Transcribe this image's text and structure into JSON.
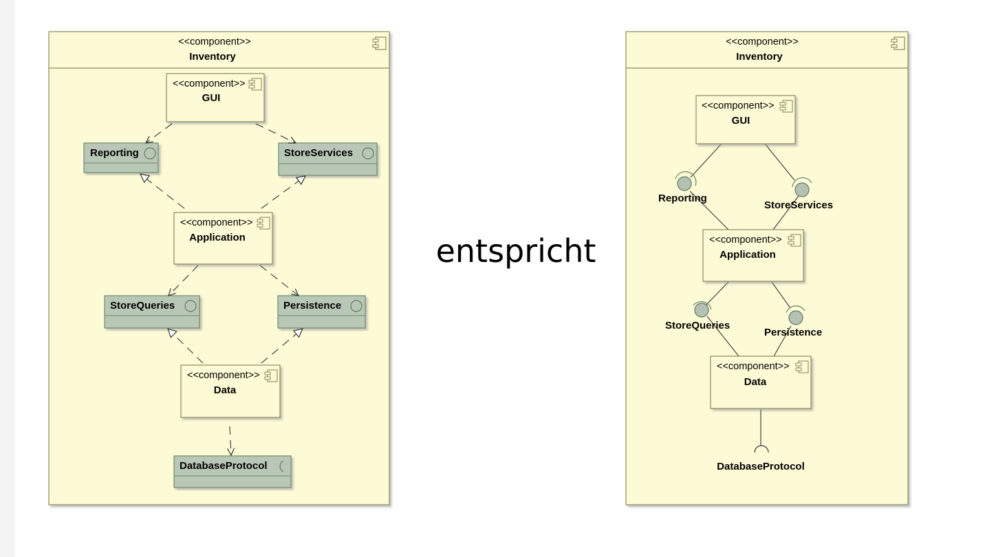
{
  "left_diagram": {
    "package": {
      "stereotype": "<<component>>",
      "name": "Inventory"
    },
    "components": [
      {
        "stereotype": "<<component>>",
        "name": "GUI"
      },
      {
        "stereotype": "<<component>>",
        "name": "Application"
      },
      {
        "stereotype": "<<component>>",
        "name": "Data"
      }
    ],
    "interfaces": [
      {
        "name": "Reporting",
        "kind": "provided"
      },
      {
        "name": "StoreServices",
        "kind": "provided"
      },
      {
        "name": "StoreQueries",
        "kind": "provided"
      },
      {
        "name": "Persistence",
        "kind": "provided"
      },
      {
        "name": "DatabaseProtocol",
        "kind": "required"
      }
    ]
  },
  "center_text": "entspricht",
  "right_diagram": {
    "package": {
      "stereotype": "<<component>>",
      "name": "Inventory"
    },
    "components": [
      {
        "stereotype": "<<component>>",
        "name": "GUI"
      },
      {
        "stereotype": "<<component>>",
        "name": "Application"
      },
      {
        "stereotype": "<<component>>",
        "name": "Data"
      }
    ],
    "interfaces": [
      {
        "name": "Reporting"
      },
      {
        "name": "StoreServices"
      },
      {
        "name": "StoreQueries"
      },
      {
        "name": "Persistence"
      },
      {
        "name": "DatabaseProtocol"
      }
    ]
  },
  "colors": {
    "component_fill": "#fdfbd6",
    "component_border": "#8b8b5a",
    "interface_fill": "#b9c8b6",
    "interface_border": "#6e8a6c",
    "ball_fill": "#b5c2b3"
  }
}
